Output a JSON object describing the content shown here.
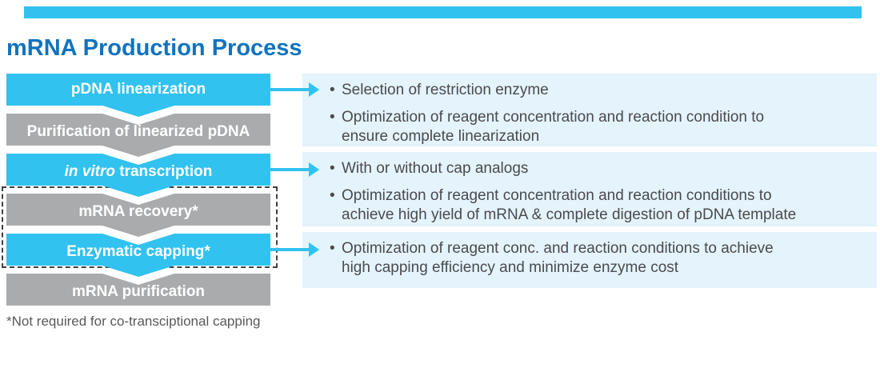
{
  "title": "mRNA Production Process",
  "colors": {
    "accent_cyan": "#31C2EF",
    "step_gray": "#A9ABAD",
    "panel_background": "#E4F3FC",
    "title_blue": "#1173BE",
    "body_text": "#4A4B4D",
    "footnote_text": "#58595B",
    "step_text": "#FFFFFF",
    "outline_dash": "#3F4041"
  },
  "flow": {
    "steps": [
      {
        "label": "pDNA linearization",
        "style": "cyan"
      },
      {
        "label": "Purification of linearized pDNA",
        "style": "gray"
      },
      {
        "label_italic": "in vitro",
        "label": " transcription",
        "style": "cyan"
      },
      {
        "label": "mRNA recovery*",
        "style": "gray"
      },
      {
        "label": "Enzymatic capping*",
        "style": "cyan"
      },
      {
        "label": "mRNA purification",
        "style": "gray"
      }
    ],
    "footnote": "*Not required for co-transciptional capping"
  },
  "panels": [
    {
      "bullets": [
        "Selection of restriction enzyme",
        "Optimization of reagent concentration and reaction condition to\nensure complete linearization"
      ]
    },
    {
      "bullets": [
        "With or without cap analogs",
        "Optimization of reagent concentration and reaction conditions to\nachieve high yield of mRNA & complete digestion of pDNA template"
      ]
    },
    {
      "bullets": [
        "Optimization of reagent conc. and reaction conditions to achieve\nhigh capping efficiency and minimize enzyme cost"
      ]
    }
  ]
}
